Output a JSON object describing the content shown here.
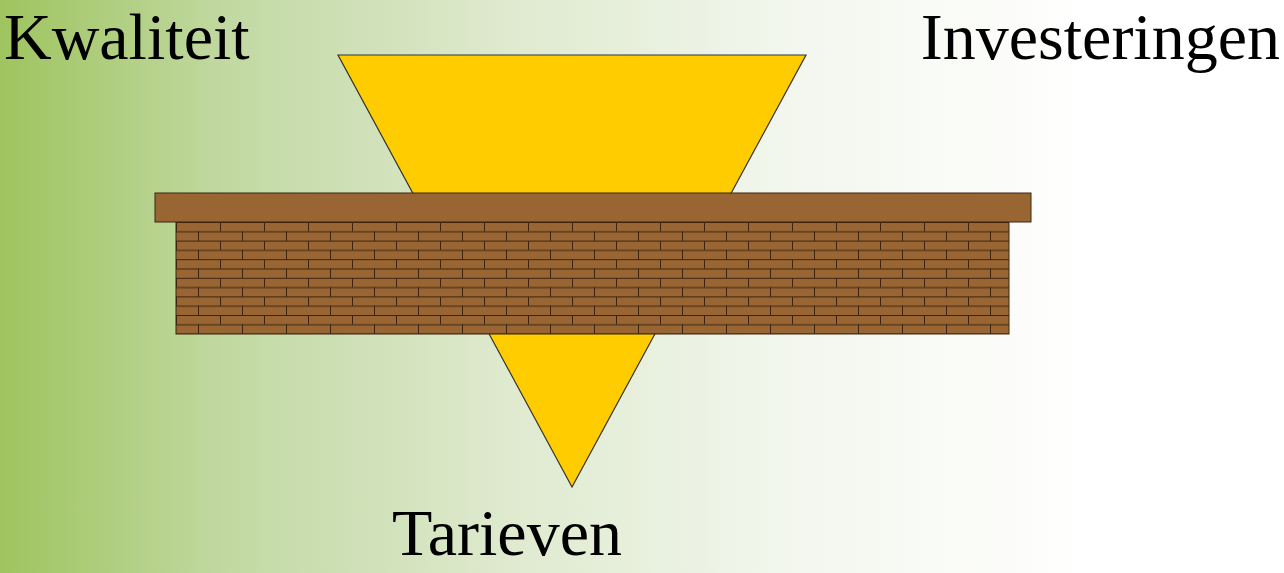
{
  "diagram": {
    "labels": [
      "Kwaliteit",
      "Investeringen",
      "Tarieven"
    ]
  }
}
